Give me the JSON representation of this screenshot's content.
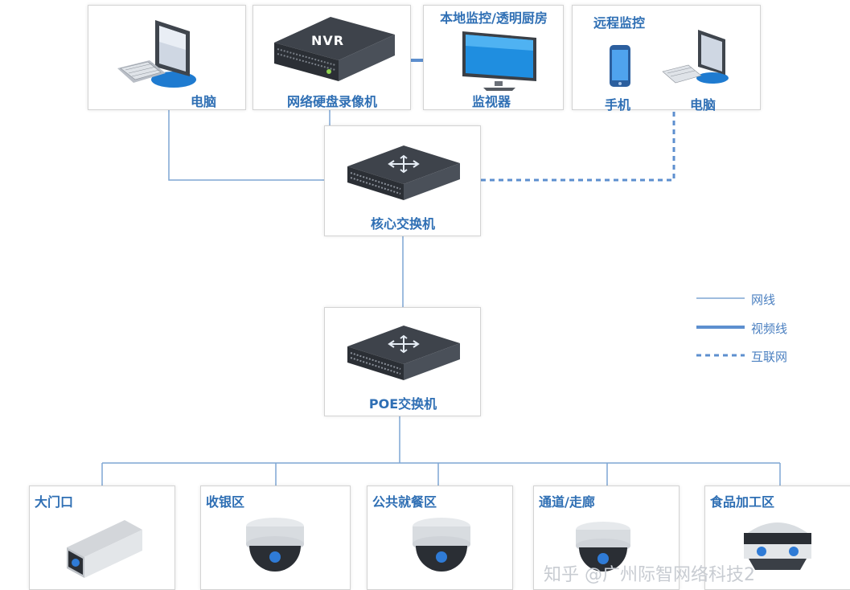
{
  "top": {
    "pc_label": "电脑",
    "nvr_badge": "NVR",
    "nvr_label": "网络硬盘录像机",
    "local_title": "本地监控/透明厨房",
    "monitor_label": "监视器",
    "remote_title": "远程监控",
    "phone_label": "手机",
    "remote_pc_label": "电脑"
  },
  "core_switch": {
    "label": "核心交换机"
  },
  "poe_switch": {
    "label": "POE交换机"
  },
  "legend": {
    "network_cable": "网线",
    "video_cable": "视频线",
    "internet": "互联网"
  },
  "cameras": [
    {
      "label": "大门口",
      "icon": "bullet-camera-icon"
    },
    {
      "label": "收银区",
      "icon": "dome-camera-icon"
    },
    {
      "label": "公共就餐区",
      "icon": "dome-camera-icon"
    },
    {
      "label": "通道/走廊",
      "icon": "dome-camera-icon"
    },
    {
      "label": "食品加工区",
      "icon": "panoramic-camera-icon"
    }
  ],
  "watermark": "知乎 @广州际智网络科技2",
  "colors": {
    "accent": "#2f6fb4",
    "line": "#7ea6d4",
    "thick": "#5d8fcf"
  }
}
